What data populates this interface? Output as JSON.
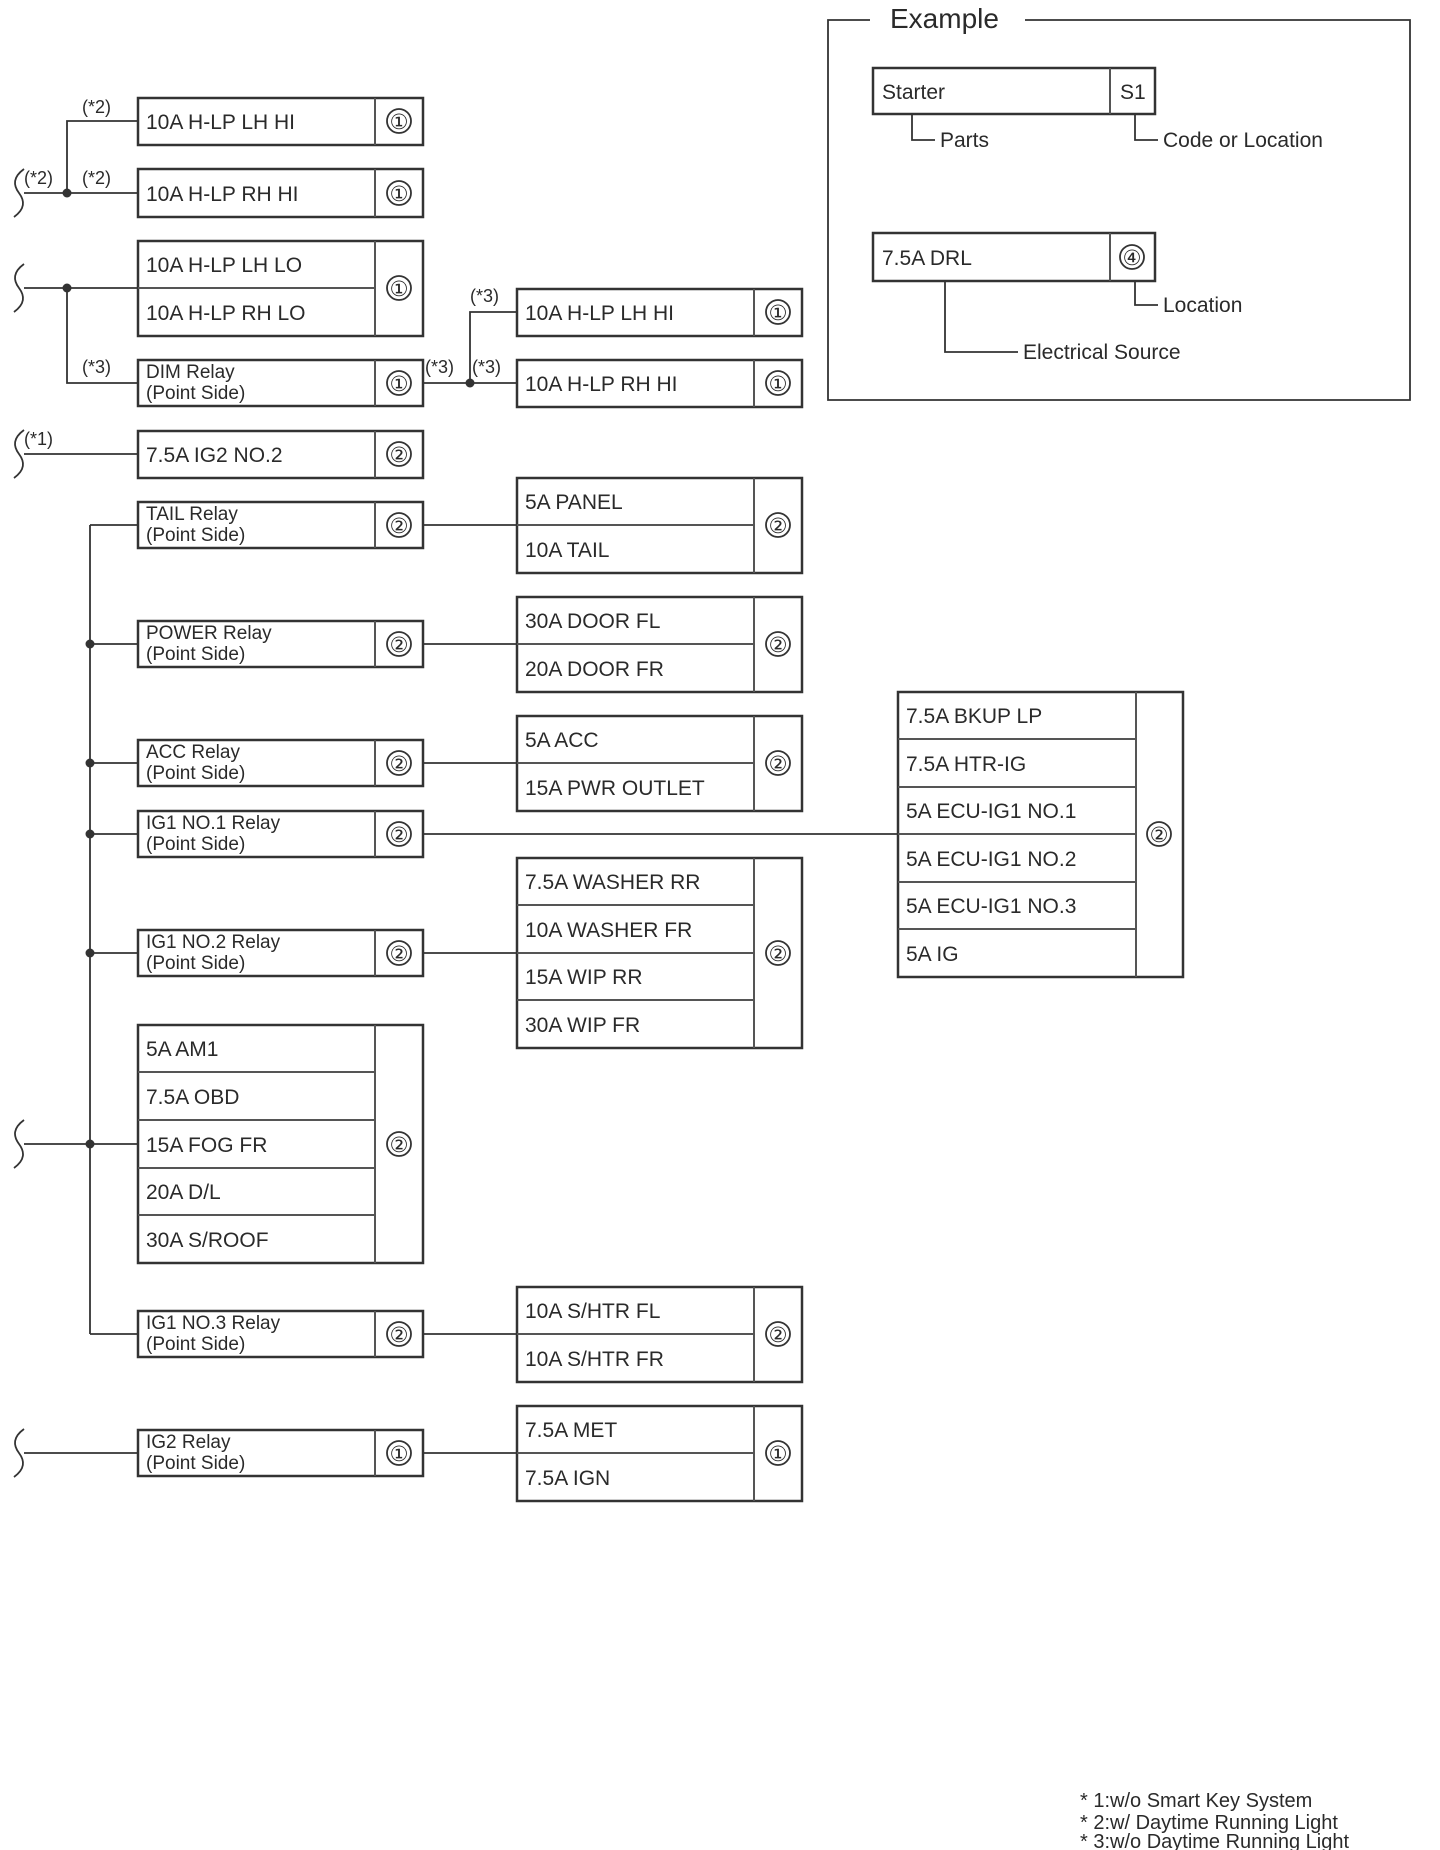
{
  "example": {
    "title": "Example",
    "part_box": {
      "text": "Starter",
      "code": "S1"
    },
    "parts_label": "Parts",
    "code_label": "Code or Location",
    "fuse_box": {
      "text": "7.5A DRL",
      "loc": "④"
    },
    "location_label": "Location",
    "source_label": "Electrical Source"
  },
  "notes": {
    "n1": "(*1)",
    "n2": "(*2)",
    "n3": "(*3)"
  },
  "left": {
    "hlp_lh_hi": {
      "text": "10A H-LP LH HI",
      "loc": "①"
    },
    "hlp_rh_hi": {
      "text": "10A H-LP RH HI",
      "loc": "①"
    },
    "hlp_lo": {
      "rows": [
        "10A H-LP LH LO",
        "10A H-LP RH LO"
      ],
      "loc": "①"
    },
    "dim_relay": {
      "line1": "DIM Relay",
      "line2": "(Point Side)",
      "loc": "①"
    },
    "ig2_no2": {
      "text": "7.5A IG2 NO.2",
      "loc": "②"
    },
    "tail_relay": {
      "line1": "TAIL Relay",
      "line2": "(Point Side)",
      "loc": "②"
    },
    "power_relay": {
      "line1": "POWER Relay",
      "line2": "(Point Side)",
      "loc": "②"
    },
    "acc_relay": {
      "line1": "ACC Relay",
      "line2": "(Point Side)",
      "loc": "②"
    },
    "ig1_no1_relay": {
      "line1": "IG1 NO.1 Relay",
      "line2": "(Point Side)",
      "loc": "②"
    },
    "ig1_no2_relay": {
      "line1": "IG1 NO.2 Relay",
      "line2": "(Point Side)",
      "loc": "②"
    },
    "am1_group": {
      "rows": [
        "5A AM1",
        "7.5A OBD",
        "15A FOG FR",
        "20A D/L",
        "30A S/ROOF"
      ],
      "loc": "②"
    },
    "ig1_no3_relay": {
      "line1": "IG1 NO.3 Relay",
      "line2": "(Point Side)",
      "loc": "②"
    },
    "ig2_relay": {
      "line1": "IG2 Relay",
      "line2": "(Point Side)",
      "loc": "①"
    }
  },
  "middle": {
    "dim_lh_hi": {
      "text": "10A H-LP LH HI",
      "loc": "①"
    },
    "dim_rh_hi": {
      "text": "10A H-LP RH HI",
      "loc": "①"
    },
    "tail": {
      "rows": [
        "5A PANEL",
        "10A TAIL"
      ],
      "loc": "②"
    },
    "power": {
      "rows": [
        "30A DOOR FL",
        "20A DOOR FR"
      ],
      "loc": "②"
    },
    "acc": {
      "rows": [
        "5A ACC",
        "15A PWR OUTLET"
      ],
      "loc": "②"
    },
    "ig1_no2": {
      "rows": [
        "7.5A WASHER RR",
        "10A WASHER FR",
        "15A WIP RR",
        "30A WIP FR"
      ],
      "loc": "②"
    },
    "ig1_no3": {
      "rows": [
        "10A S/HTR FL",
        "10A S/HTR FR"
      ],
      "loc": "②"
    },
    "ig2": {
      "rows": [
        "7.5A MET",
        "7.5A IGN"
      ],
      "loc": "①"
    }
  },
  "right": {
    "ig1_no1": {
      "rows": [
        "7.5A BKUP LP",
        "7.5A HTR-IG",
        "5A ECU-IG1 NO.1",
        "5A ECU-IG1 NO.2",
        "5A ECU-IG1 NO.3",
        "5A IG"
      ],
      "loc": "②"
    }
  },
  "footnotes": {
    "f1": "* 1:w/o Smart Key System",
    "f2": "* 2:w/ Daytime Running Light",
    "f3": "* 3:w/o Daytime Running Light"
  }
}
